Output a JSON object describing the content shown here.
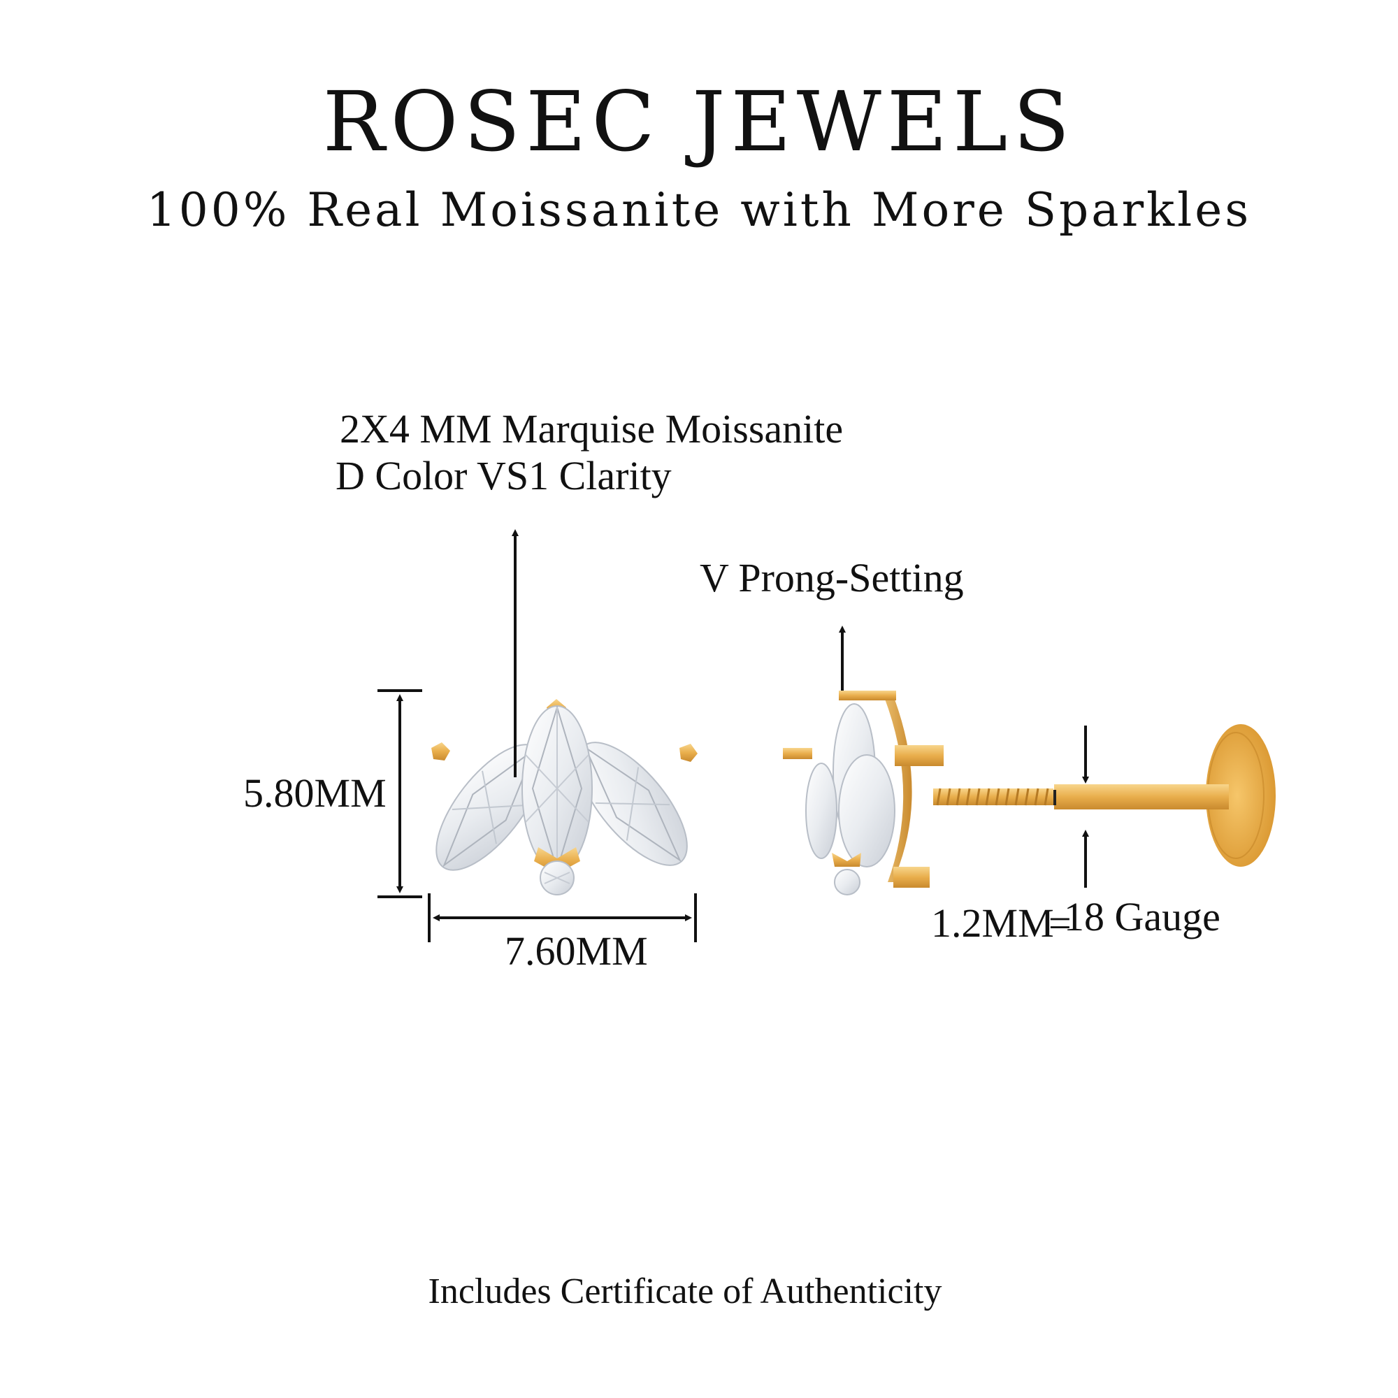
{
  "header": {
    "brand": "ROSEC JEWELS",
    "tagline": "100% Real Moissanite with More Sparkles"
  },
  "specs": {
    "stone_line1": "2X4 MM Marquise Moissanite",
    "stone_line2": "D Color VS1 Clarity",
    "setting": "V Prong-Setting",
    "height": "5.80MM",
    "width": "7.60MM",
    "gauge_mm": "1.2MM",
    "gauge_separator": "=",
    "gauge": "18 Gauge"
  },
  "footer": {
    "certificate": "Includes Certificate of Authenticity"
  },
  "colors": {
    "gold": "#E9AE4C",
    "gold_dark": "#C98A2E",
    "gold_light": "#F8D58C",
    "stone": "#F4F6F8",
    "stone_shade": "#C9CED6",
    "ink": "#111111"
  }
}
